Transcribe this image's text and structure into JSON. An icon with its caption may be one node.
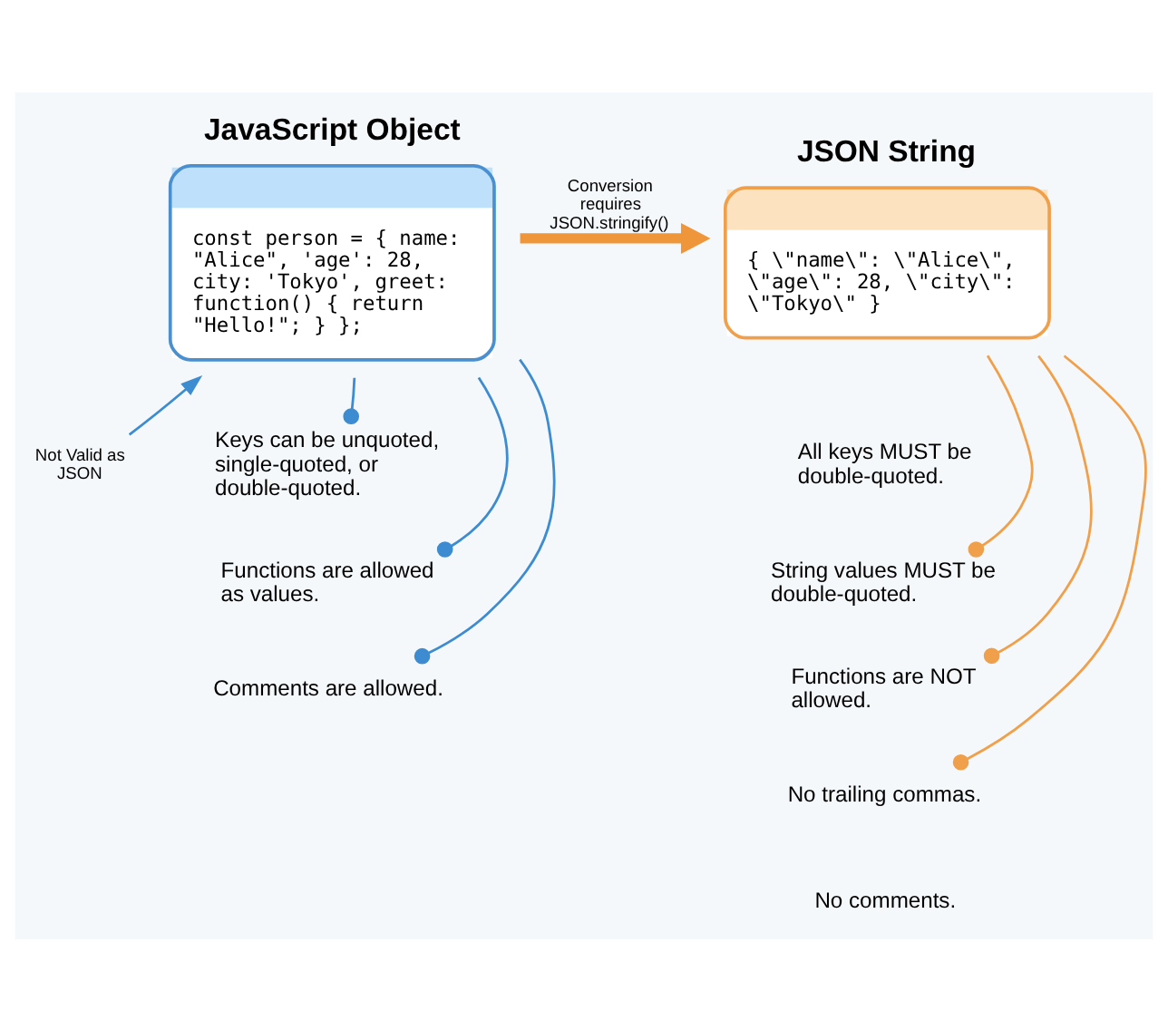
{
  "diagram": {
    "nodes": [
      {
        "text": [
          "JavaScript Object",
          "const person = { name: \"Alice\", 'age': 28, city: 'Tokyo', greet: function() { return \"Hello!\"; } };"
        ]
      },
      {
        "text": [
          "JSON String",
          "{ \\\"name\\\": \\\"Alice\\\", \\\"age\\\": 28, \\\"city\\\": \\\"Tokyo\\\" }"
        ]
      },
      {
        "text": [
          "Not Valid as JSON"
        ]
      },
      {
        "text": [
          "Keys can be unquoted, single-quoted, or double-quoted."
        ]
      },
      {
        "text": [
          "Functions are allowed as values."
        ]
      },
      {
        "text": [
          "Comments are allowed."
        ]
      },
      {
        "text": [
          "All keys MUST be double-quoted."
        ]
      },
      {
        "text": [
          "String values MUST be double-quoted."
        ]
      },
      {
        "text": [
          "Functions are NOT allowed."
        ]
      },
      {
        "text": [
          "No trailing commas."
        ]
      },
      {
        "text": [
          "No comments."
        ]
      }
    ],
    "edges": [
      {
        "from": 0,
        "to": 1,
        "arrow": "to",
        "label": "Conversion requires JSON.stringify()",
        "style": "thick",
        "color": "#f0963a"
      },
      {
        "from": 2,
        "to": 0,
        "arrow": "to",
        "color": "#3d8bd0"
      },
      {
        "from": 0,
        "to": 3,
        "arrow": "other",
        "color": "#3d8bd0"
      },
      {
        "from": 0,
        "to": 4,
        "arrow": "other",
        "color": "#3d8bd0"
      },
      {
        "from": 0,
        "to": 5,
        "arrow": "other",
        "color": "#3d8bd0"
      },
      {
        "from": 1,
        "to": 7,
        "arrow": "other",
        "color": "#f0a04a"
      },
      {
        "from": 1,
        "to": 8,
        "arrow": "other",
        "color": "#f0a04a"
      },
      {
        "from": 1,
        "to": 9,
        "arrow": "other",
        "color": "#f0a04a"
      }
    ]
  }
}
